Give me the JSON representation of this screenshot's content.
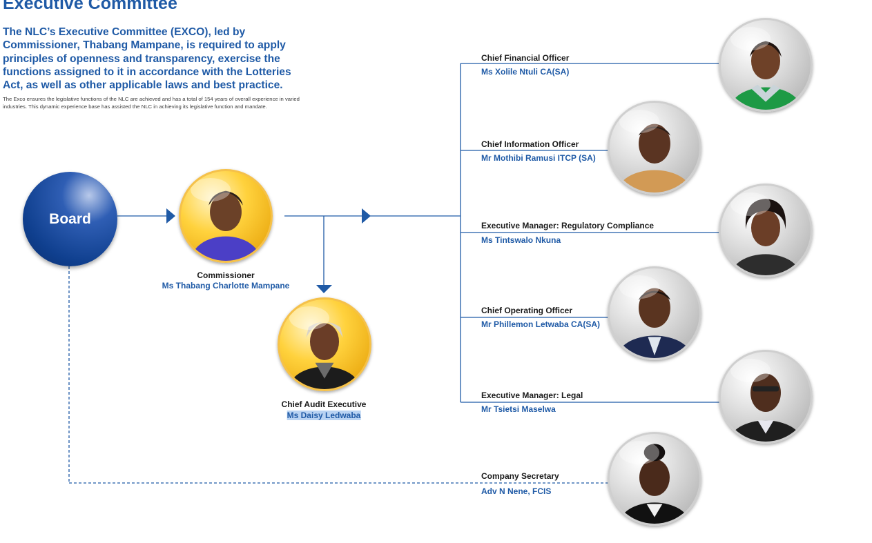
{
  "header": {
    "title": "Executive Committee",
    "lead": "The NLC’s Executive Committee (EXCO), led by Commissioner, Thabang Mampane, is required to apply principles of openness and transparency, exercise the functions assigned to it in accordance with the Lotteries Act, as well as other applicable laws and best practice.",
    "body": "The Exco ensures the legislative functions of the NLC are achieved and has a total of 154 years of overall experience in varied industries. This dynamic experience base has assisted the NLC in achieving its legislative function and mandate."
  },
  "board": {
    "label": "Board"
  },
  "commissioner": {
    "role": "Commissioner",
    "name": "Ms Thabang Charlotte Mampane"
  },
  "audit": {
    "role": "Chief Audit Executive",
    "name": "Ms Daisy Ledwaba"
  },
  "executives": [
    {
      "role": "Chief Financial Officer",
      "name": "Ms Xolile Ntuli CA(SA)"
    },
    {
      "role": "Chief Information Officer",
      "name": "Mr Mothibi Ramusi ITCP (SA)"
    },
    {
      "role": "Executive Manager: Regulatory Compliance",
      "name": "Ms Tintswalo Nkuna"
    },
    {
      "role": "Chief Operating Officer",
      "name": "Mr Phillemon Letwaba CA(SA)"
    },
    {
      "role": "Executive Manager: Legal",
      "name": "Mr Tsietsi Maselwa"
    }
  ],
  "secretary": {
    "role": "Company Secretary",
    "name": "Adv N Nene, FCIS"
  },
  "colors": {
    "accent_blue": "#1f5aa6",
    "board_blue": "#0f3f8e",
    "gold": "#ffd23d",
    "silver": "#bdbdbd"
  }
}
